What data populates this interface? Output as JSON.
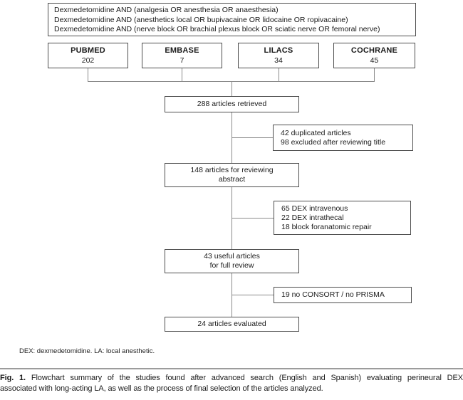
{
  "search_box": {
    "lines": [
      "Dexmedetomidine AND (analgesia OR anesthesia OR anaesthesia)",
      "Dexmedetomidine AND (anesthetics local OR bupivacaine OR lidocaine OR ropivacaine)",
      "Dexmedetomidine AND (nerve block OR brachial plexus block OR sciatic nerve OR femoral nerve)"
    ]
  },
  "databases": [
    {
      "name": "PUBMED",
      "count": "202"
    },
    {
      "name": "EMBASE",
      "count": "7"
    },
    {
      "name": "LILACS",
      "count": "34"
    },
    {
      "name": "COCHRANE",
      "count": "45"
    }
  ],
  "flow": {
    "retrieved": "288 articles retrieved",
    "abstract_line1": "148 articles for reviewing",
    "abstract_line2": "abstract",
    "full_review_line1": "43 useful articles",
    "full_review_line2": "for full review",
    "evaluated": "24 articles evaluated"
  },
  "exclusions": {
    "after_retrieval": {
      "lines": [
        "42 duplicated articles",
        "98 excluded after reviewing title"
      ]
    },
    "after_abstract": {
      "lines": [
        "65 DEX intravenous",
        "22 DEX intrathecal",
        "18 block foranatomic repair"
      ]
    },
    "after_full_review": {
      "lines": [
        "19 no CONSORT / no PRISMA"
      ]
    }
  },
  "footnote": "DEX: dexmedetomidine. LA: local anesthetic.",
  "caption": {
    "label": "Fig. 1.",
    "line1": "Flowchart summary of the studies found after advanced search (English and Spanish) evaluating perineural DEX",
    "line2": "associated with long-acting LA, as well as the process of final selection of the articles analyzed."
  },
  "colors": {
    "box_border": "#4d4d4d",
    "connector": "#8a8a8a",
    "rule": "#9c9c9c",
    "text": "#1a1a1a",
    "background": "#ffffff"
  }
}
